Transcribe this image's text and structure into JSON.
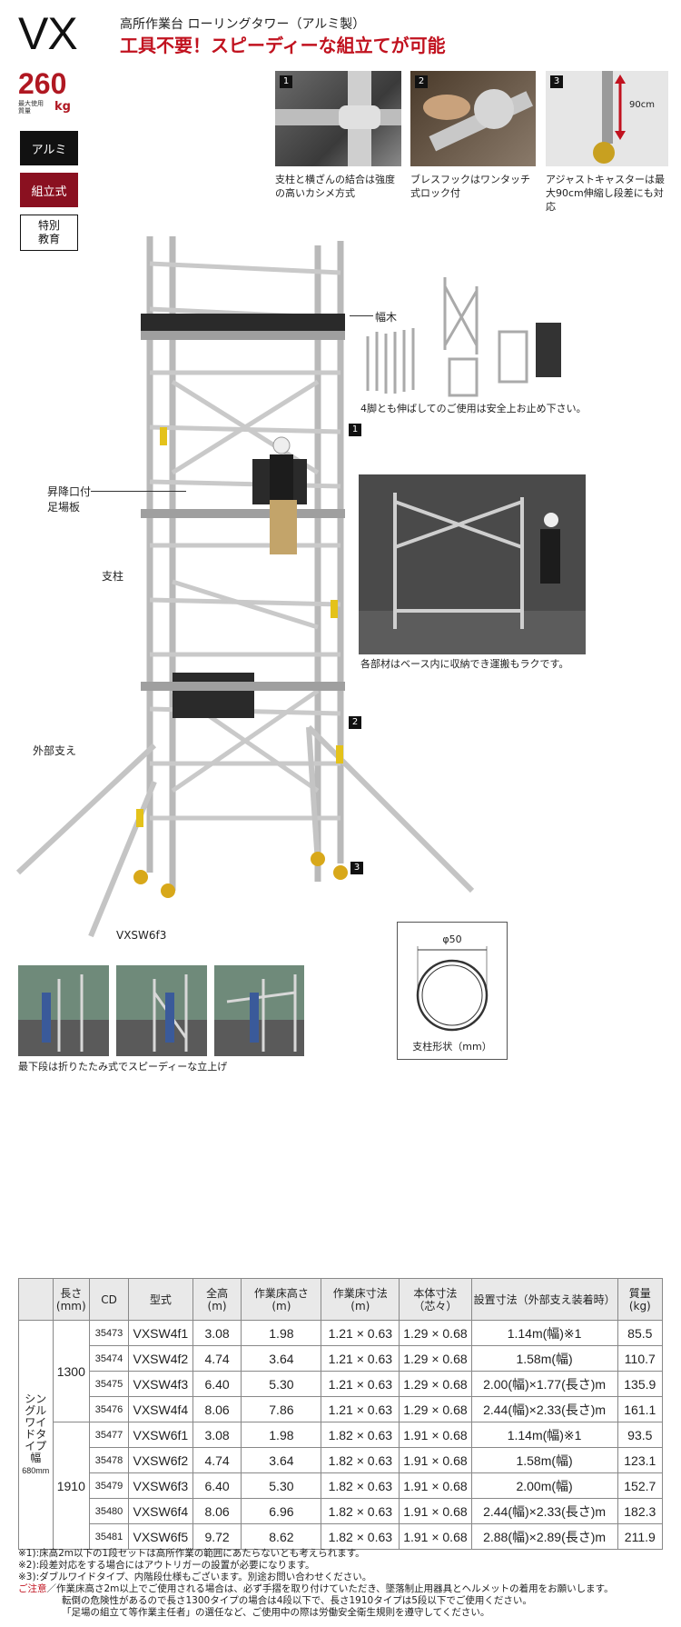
{
  "header": {
    "model": "VX",
    "category": "高所作業台 ローリングタワー（アルミ製）",
    "catch": "工具不要！スピーディーな組立てが可能"
  },
  "load": {
    "value": "260",
    "caption": "最大使用質量",
    "unit": "kg"
  },
  "badges": [
    {
      "label": "アルミ"
    },
    {
      "label": "組立式"
    },
    {
      "label_1": "特別",
      "label_2": "教育"
    }
  ],
  "features": [
    {
      "num": "1",
      "caption": "支柱と横ざんの結合は強度の高いカシメ方式"
    },
    {
      "num": "2",
      "caption": "ブレスフックはワンタッチ式ロック付"
    },
    {
      "num": "3",
      "caption": "アジャストキャスターは最大90cm伸縮し段差にも対応",
      "dim": "90cm"
    }
  ],
  "labels": {
    "habaki": "幅木",
    "shoko_1": "昇降口付",
    "shoko_2": "足場板",
    "shichu": "支柱",
    "gaibu": "外部支え",
    "model_code": "VXSW6f3",
    "callout_1": "1",
    "callout_2": "2",
    "callout_3": "3"
  },
  "parts_caption": "4脚とも伸ばしてのご使用は安全上お止め下さい。",
  "base_caption": "各部材はベース内に収納でき運搬もラクです。",
  "fold_caption": "最下段は折りたたみ式でスピーディーな立上げ",
  "pipe": {
    "dia": "φ50",
    "caption": "支柱形状（mm）"
  },
  "table": {
    "headers": [
      "長さ(mm)",
      "CD",
      "型式",
      "全高 (m)",
      "作業床高さ (m)",
      "作業床寸法 (m)",
      "本体寸法（芯々）",
      "設置寸法（外部支え装着時）",
      "質量(kg)"
    ],
    "type_label": "シングルワイドタイプ幅",
    "type_width": "680mm",
    "groups": [
      {
        "length": "1300",
        "rows": [
          [
            "35473",
            "VXSW4f1",
            "3.08",
            "1.98",
            "1.21 × 0.63",
            "1.29 × 0.68",
            "1.14m(幅)※1",
            "85.5"
          ],
          [
            "35474",
            "VXSW4f2",
            "4.74",
            "3.64",
            "1.21 × 0.63",
            "1.29 × 0.68",
            "1.58m(幅)",
            "110.7"
          ],
          [
            "35475",
            "VXSW4f3",
            "6.40",
            "5.30",
            "1.21 × 0.63",
            "1.29 × 0.68",
            "2.00(幅)×1.77(長さ)m",
            "135.9"
          ],
          [
            "35476",
            "VXSW4f4",
            "8.06",
            "7.86",
            "1.21 × 0.63",
            "1.29 × 0.68",
            "2.44(幅)×2.33(長さ)m",
            "161.1"
          ]
        ]
      },
      {
        "length": "1910",
        "rows": [
          [
            "35477",
            "VXSW6f1",
            "3.08",
            "1.98",
            "1.82 × 0.63",
            "1.91 × 0.68",
            "1.14m(幅)※1",
            "93.5"
          ],
          [
            "35478",
            "VXSW6f2",
            "4.74",
            "3.64",
            "1.82 × 0.63",
            "1.91 × 0.68",
            "1.58m(幅)",
            "123.1"
          ],
          [
            "35479",
            "VXSW6f3",
            "6.40",
            "5.30",
            "1.82 × 0.63",
            "1.91 × 0.68",
            "2.00m(幅)",
            "152.7"
          ],
          [
            "35480",
            "VXSW6f4",
            "8.06",
            "6.96",
            "1.82 × 0.63",
            "1.91 × 0.68",
            "2.44(幅)×2.33(長さ)m",
            "182.3"
          ],
          [
            "35481",
            "VXSW6f5",
            "9.72",
            "8.62",
            "1.82 × 0.63",
            "1.91 × 0.68",
            "2.88(幅)×2.89(長さ)m",
            "211.9"
          ]
        ]
      }
    ]
  },
  "notes": [
    "※1):床高2m以下の1段セットは高所作業の範囲にあたらないとも考えられます。",
    "※2):段差対応をする場合にはアウトリガーの設置が必要になります。",
    "※3):ダブルワイドタイプ、内階段仕様もございます。別途お問い合わせください。"
  ],
  "caution_label": "ご注意",
  "caution": [
    "／作業床高さ2m以上でご使用される場合は、必ず手摺を取り付けていただき、墜落制止用器具とヘルメットの着用をお願いします。",
    "転倒の危険性があるので長さ1300タイプの場合は4段以下で、長さ1910タイプは5段以下でご使用ください。",
    "「足場の組立て等作業主任者」の選任など、ご使用中の際は労働安全衛生規則を遵守してください。"
  ]
}
